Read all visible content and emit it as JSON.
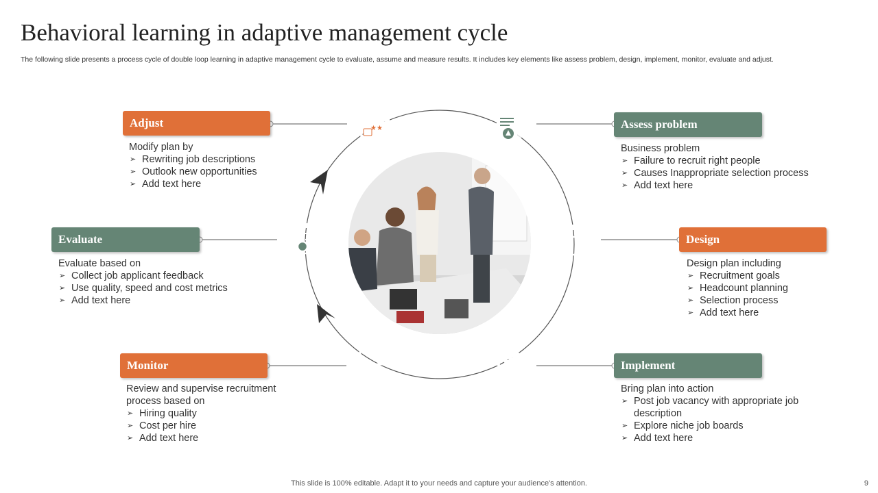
{
  "header": {
    "title": "Behavioral learning in adaptive management cycle",
    "subtitle": "The following slide presents a process cycle of double loop learning in adaptive management cycle to evaluate, assume and measure results. It includes key elements like assess problem, design, implement, monitor, evaluate and adjust."
  },
  "colors": {
    "orange": "#E07038",
    "green": "#658575",
    "line": "#555555"
  },
  "steps": {
    "adjust": {
      "label": "Adjust",
      "lead": "Modify plan by",
      "items": [
        "Rewriting job descriptions",
        "Outlook new opportunities",
        "Add text here"
      ]
    },
    "assess": {
      "label": "Assess problem",
      "lead": "Business problem",
      "items": [
        "Failure to recruit right people",
        "Causes Inappropriate selection process",
        "Add text here"
      ]
    },
    "evaluate": {
      "label": "Evaluate",
      "lead": "Evaluate based on",
      "items": [
        "Collect job applicant feedback",
        "Use quality, speed and cost metrics",
        "Add text here"
      ]
    },
    "design": {
      "label": "Design",
      "lead": "Design plan including",
      "items": [
        "Recruitment goals",
        "Headcount planning",
        "Selection process",
        "Add text here"
      ]
    },
    "monitor": {
      "label": "Monitor",
      "lead": "Review and supervise recruitment process based on",
      "items": [
        "Hiring quality",
        "Cost per hire",
        "Add text here"
      ]
    },
    "implement": {
      "label": "Implement",
      "lead": "Bring plan into action",
      "items": [
        "Post job vacancy with appropriate job description",
        "Explore niche job boards",
        "Add text here"
      ]
    }
  },
  "icons": {
    "adjust": "feedback-rating-cycle-icon",
    "assess": "document-warning-magnifier-icon",
    "evaluate": "clipboard-checklist-magnifier-icon",
    "design": "design-tools-icon",
    "monitor": "monitor-icon",
    "implement": "gears-lightbulb-cycle-icon"
  },
  "center_image": "team-meeting-photo",
  "footer": {
    "note": "This slide is 100% editable. Adapt it to your needs and capture your audience's attention.",
    "page": "9"
  }
}
